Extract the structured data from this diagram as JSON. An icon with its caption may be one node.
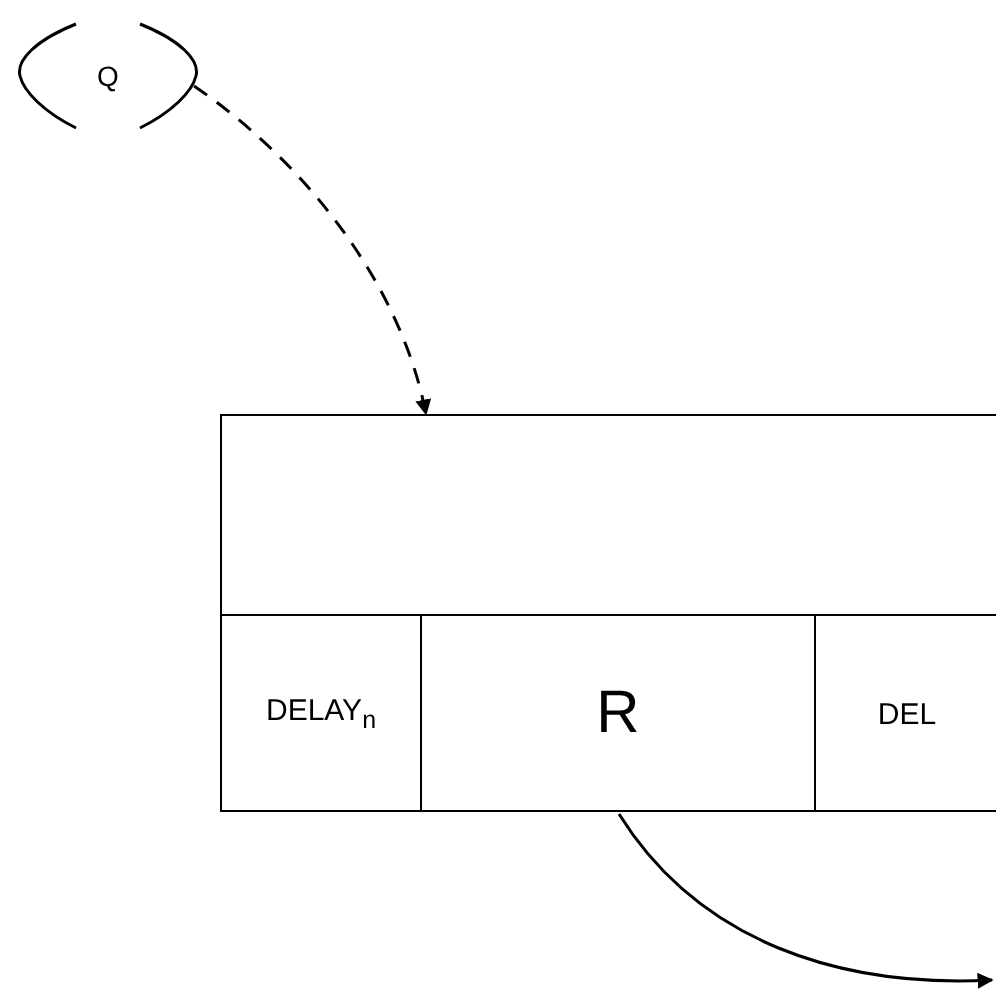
{
  "diagram": {
    "nodes": [
      {
        "text": [
          "Q"
        ]
      },
      {
        "text": [],
        "shape": "box"
      },
      {
        "text": [
          "DELAY$_{n}$"
        ],
        "in": 1
      },
      {
        "text": [
          "R"
        ],
        "in": 1
      },
      {
        "text": [
          "DEL"
        ],
        "in": 1
      }
    ],
    "edges": [
      {
        "from": 0,
        "to": 1,
        "arrow": "to",
        "style": "dashed"
      },
      {
        "from": 3,
        "to": null,
        "arrow": "to"
      }
    ]
  }
}
